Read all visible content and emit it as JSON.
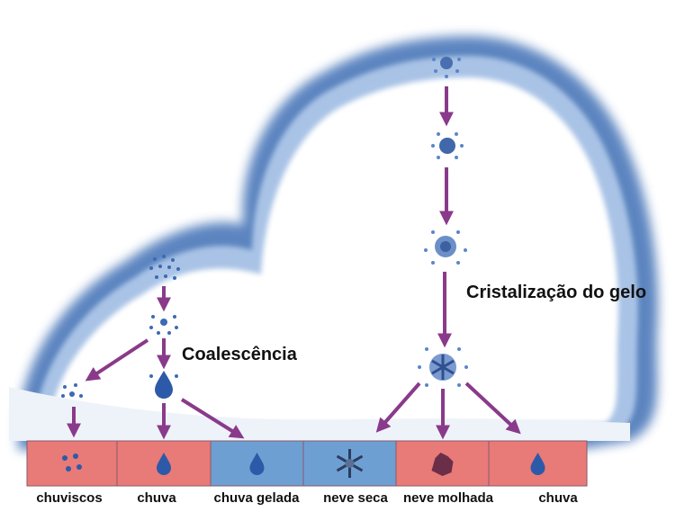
{
  "processes": {
    "ice": "Cristalização do gelo",
    "coalescence": "Coalescência"
  },
  "ground": {
    "labels": [
      "chuviscos",
      "chuva",
      "chuva gelada",
      "neve seca",
      "neve molhada",
      "chuva"
    ]
  },
  "colors": {
    "cloud_edge": "#3f6fb5",
    "cloud_inner": "#a9c3e6",
    "arrow": "#8a3a8a",
    "warm_ground": "#e87a78",
    "cold_ground": "#6d9fd3",
    "droplet": "#2d5aa8"
  },
  "ground_segments": [
    {
      "type": "warm",
      "icon": "drizzle-icon"
    },
    {
      "type": "warm",
      "icon": "raindrop-icon"
    },
    {
      "type": "cold",
      "icon": "raindrop-icon"
    },
    {
      "type": "cold",
      "icon": "snowflake-icon"
    },
    {
      "type": "warm",
      "icon": "wet-snow-icon"
    },
    {
      "type": "warm",
      "icon": "raindrop-icon"
    }
  ]
}
